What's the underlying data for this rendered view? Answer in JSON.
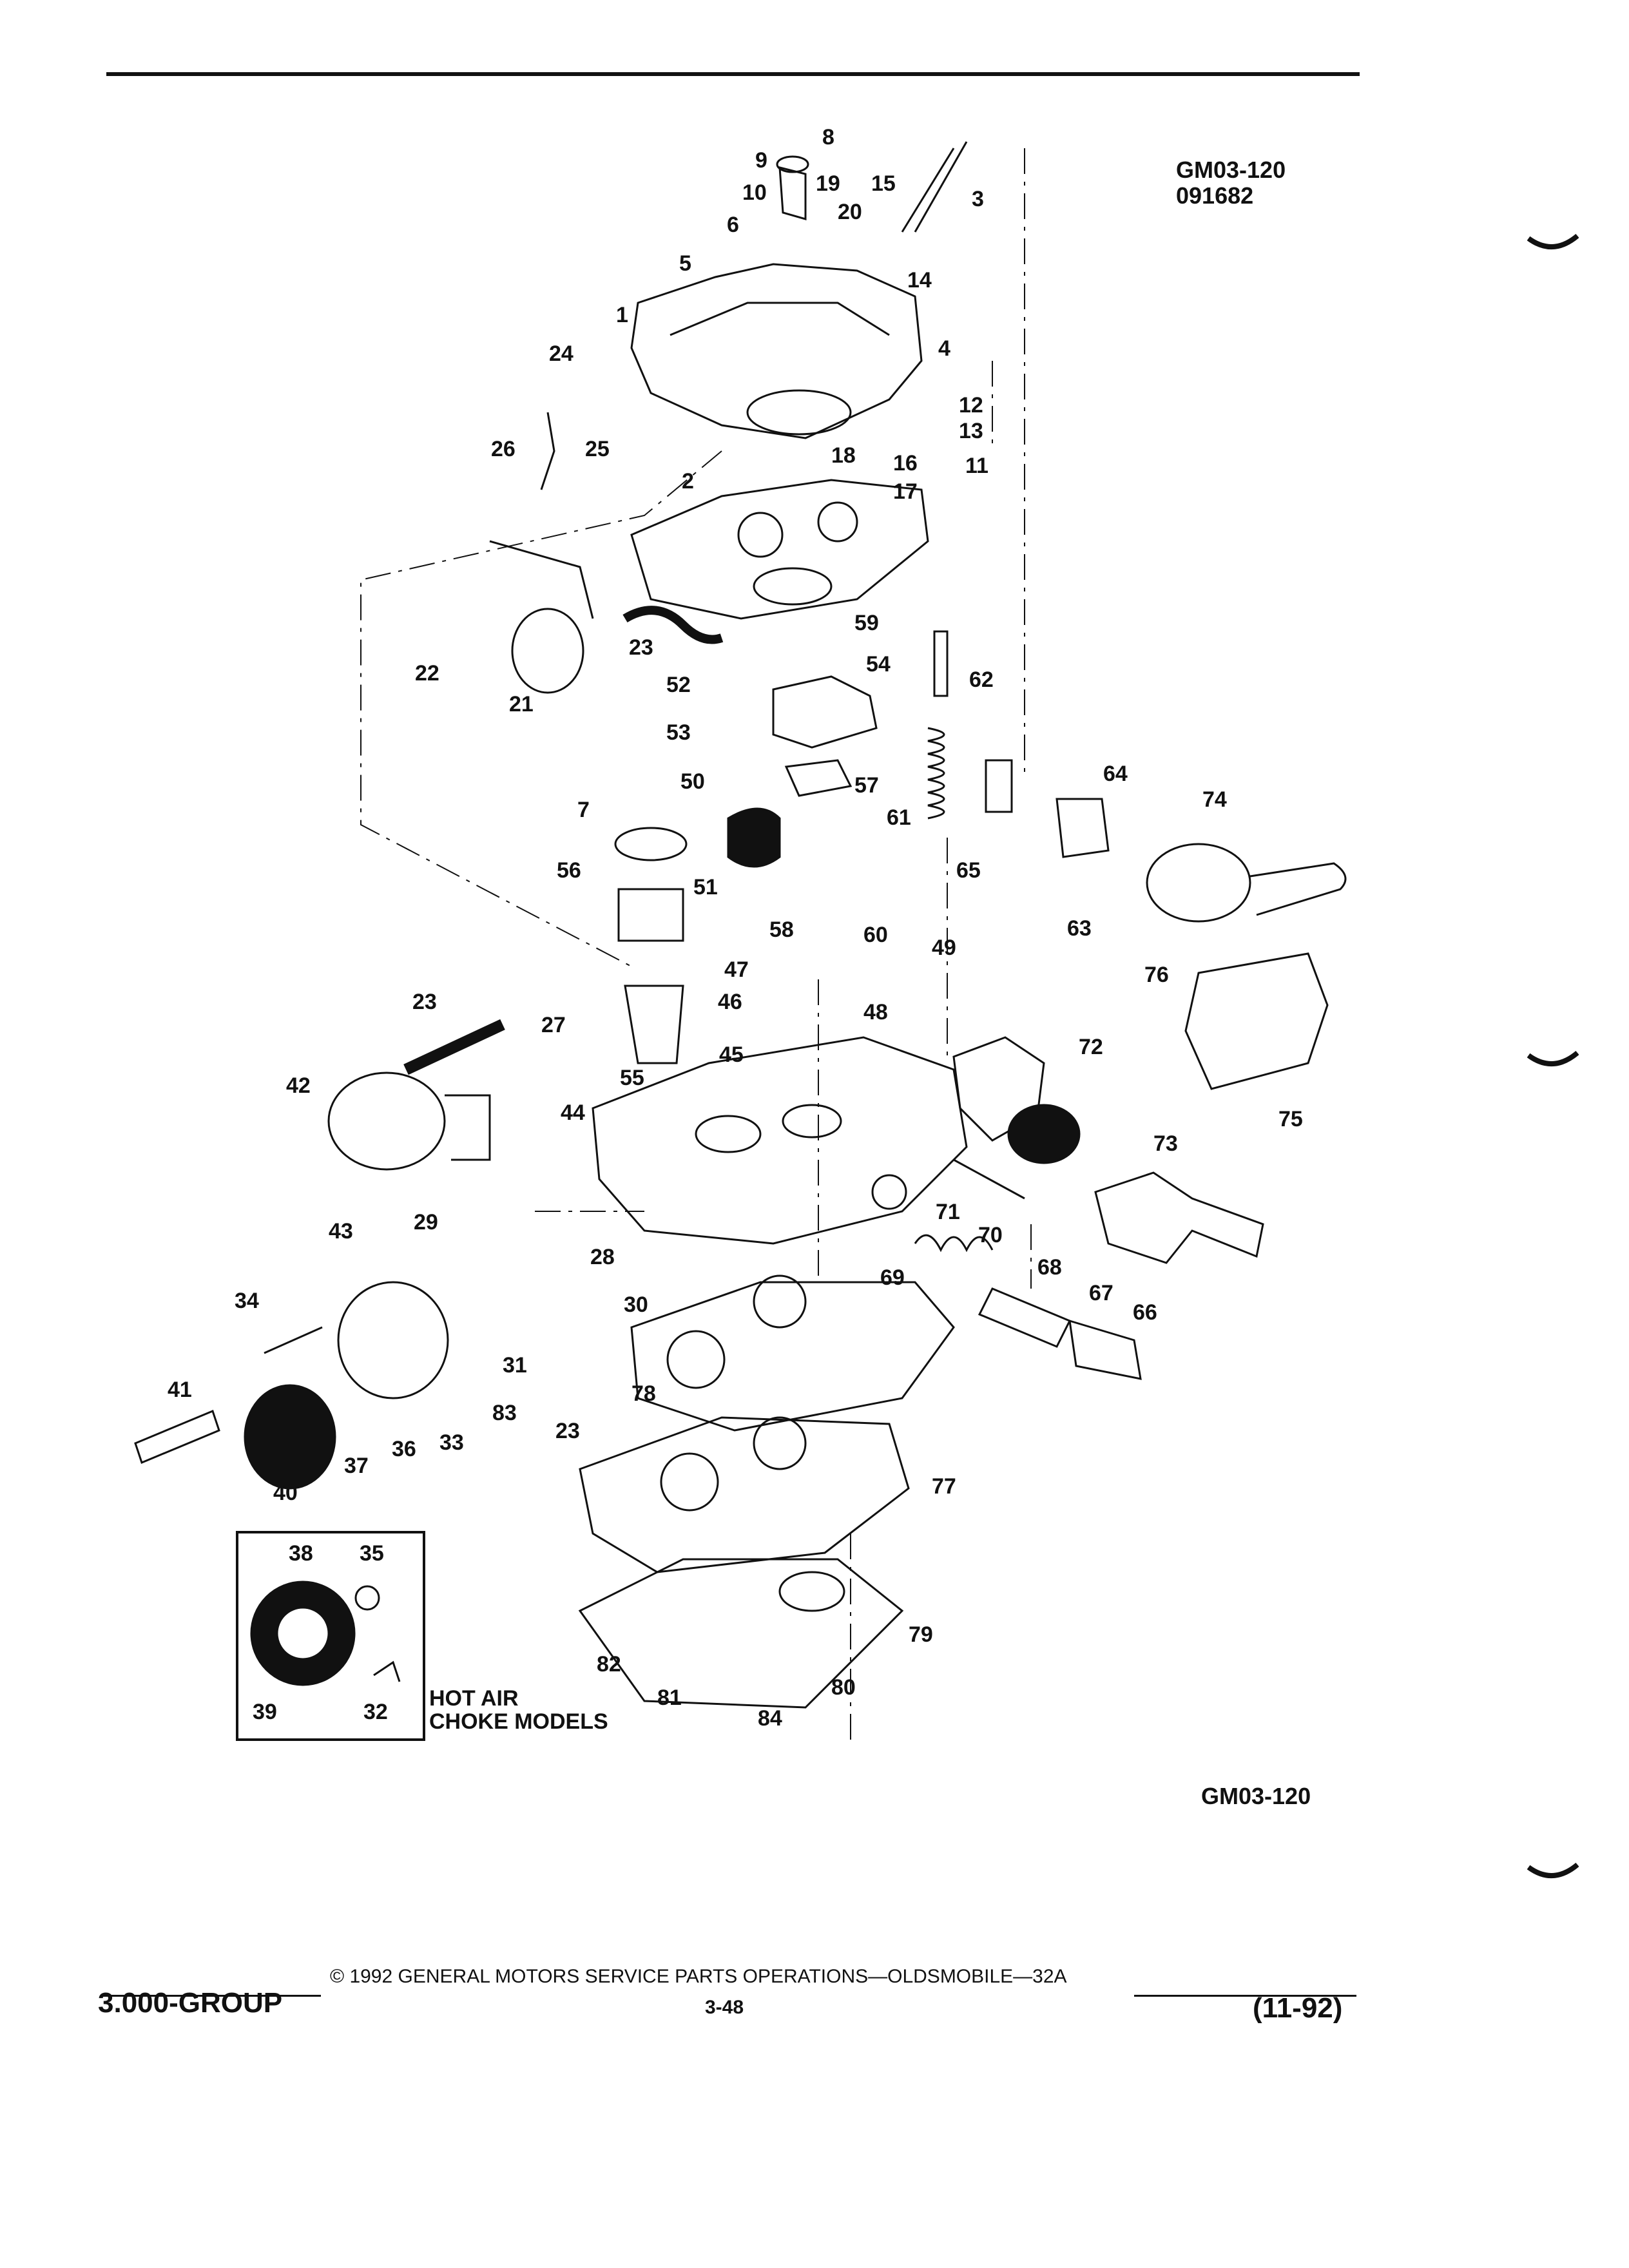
{
  "header": {
    "code": "GM03-120",
    "date_code": "091682"
  },
  "figure": {
    "bottom_code": "GM03-120",
    "inset_caption_line1": "HOT AIR",
    "inset_caption_line2": "CHOKE MODELS",
    "callouts": [
      "1",
      "2",
      "3",
      "4",
      "5",
      "6",
      "7",
      "8",
      "9",
      "10",
      "11",
      "12",
      "13",
      "14",
      "15",
      "16",
      "17",
      "18",
      "19",
      "20",
      "21",
      "22",
      "23",
      "24",
      "25",
      "26",
      "27",
      "28",
      "29",
      "30",
      "31",
      "32",
      "33",
      "34",
      "35",
      "36",
      "37",
      "38",
      "39",
      "40",
      "41",
      "42",
      "43",
      "44",
      "45",
      "46",
      "47",
      "48",
      "49",
      "50",
      "51",
      "52",
      "53",
      "54",
      "55",
      "56",
      "57",
      "58",
      "59",
      "60",
      "61",
      "62",
      "63",
      "64",
      "65",
      "66",
      "67",
      "68",
      "69",
      "70",
      "71",
      "72",
      "73",
      "74",
      "75",
      "76",
      "77",
      "78",
      "79",
      "80",
      "81",
      "82",
      "83",
      "84"
    ],
    "callout_23_repeat_1": "23",
    "callout_23_repeat_2": "23"
  },
  "footer": {
    "copyright": "© 1992 GENERAL MOTORS SERVICE PARTS OPERATIONS—OLDSMOBILE—32A",
    "group": "3.000-GROUP",
    "page": "3-48",
    "revision": "(11-92)"
  }
}
